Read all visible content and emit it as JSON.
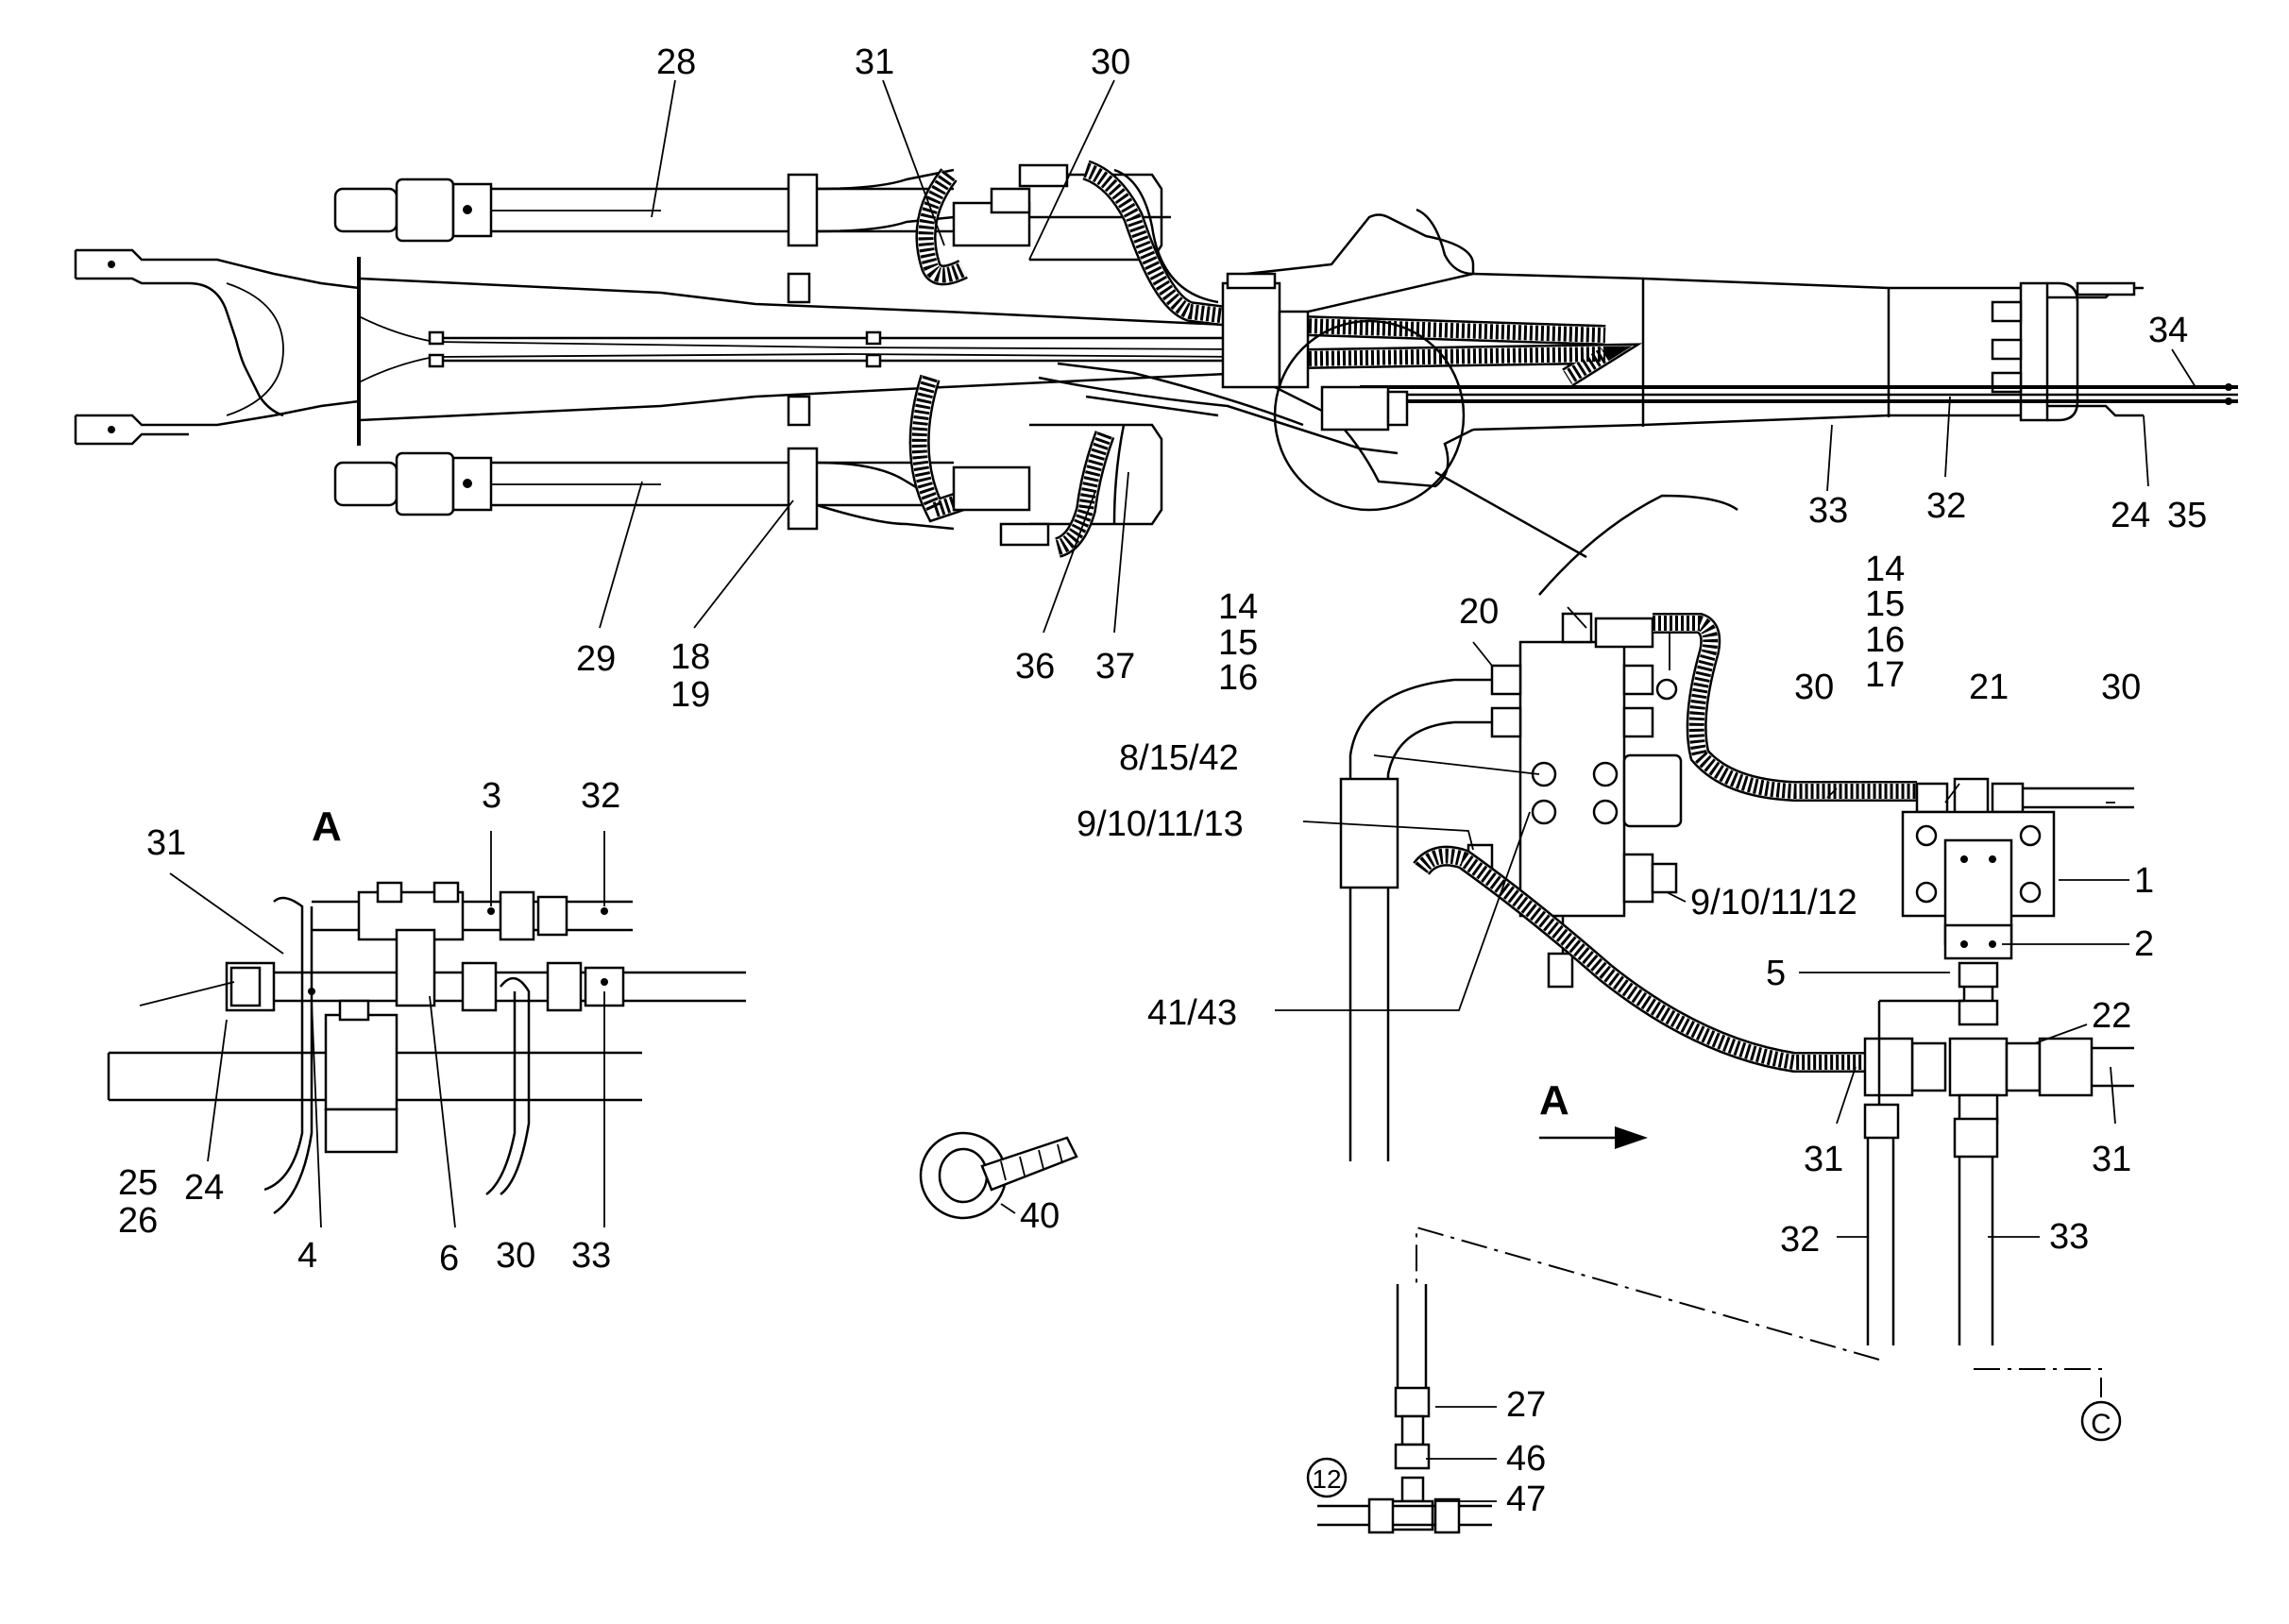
{
  "callouts": {
    "n28": "28",
    "n31_top": "31",
    "n30_top": "30",
    "n34": "34",
    "n33_top": "33",
    "n32_top": "32",
    "n24_top": "24",
    "n35": "35",
    "n29": "29",
    "n18": "18",
    "n19": "19",
    "n36": "36",
    "n37": "37",
    "n14_l": "14",
    "n15_l": "15",
    "n16_l": "16",
    "n20": "20",
    "n14_r": "14",
    "n15_r": "15",
    "n16_r": "16",
    "n17_r": "17",
    "n30_mid": "30",
    "n21": "21",
    "n30_right": "30",
    "n8_15_42": "8/15/42",
    "n9_10_11_13": "9/10/11/13",
    "n9_10_11_12": "9/10/11/12",
    "n1": "1",
    "n2": "2",
    "n5": "5",
    "n22": "22",
    "n41_43": "41/43",
    "n31_mid": "31",
    "n31_right": "31",
    "n32_mid": "32",
    "n33_mid": "33",
    "n27": "27",
    "n46": "46",
    "n47": "47",
    "n12_circle": "12",
    "c_circle": "C",
    "n40": "40",
    "nA3": "3",
    "nA32": "32",
    "nA31": "31",
    "nA25": "25",
    "nA26": "26",
    "nA24": "24",
    "nA4": "4",
    "nA6": "6",
    "nA30": "30",
    "nA33": "33"
  },
  "views": {
    "detail_a_title": "A",
    "arrow_a_label": "A"
  }
}
